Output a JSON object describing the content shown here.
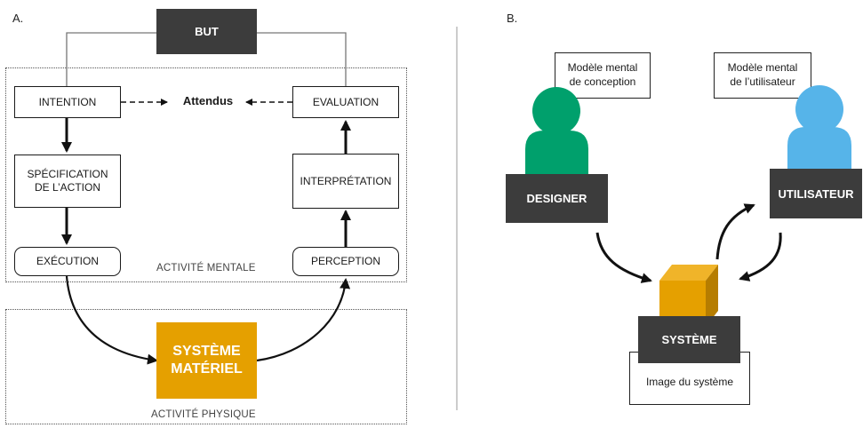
{
  "panel_a": {
    "letter": "A.",
    "goal": "BUT",
    "expected": "Attendus",
    "intention": "INTENTION",
    "specification_line1": "SPÉCIFICATION",
    "specification_line2": "DE L’ACTION",
    "execution": "EXÉCUTION",
    "evaluation": "EVALUATION",
    "interpretation": "INTERPRÉTATION",
    "perception": "PERCEPTION",
    "mental_activity": "ACTIVITÉ MENTALE",
    "material_system_line1": "SYSTÈME",
    "material_system_line2": "MATÉRIEL",
    "physical_activity": "ACTIVITÉ PHYSIQUE"
  },
  "panel_b": {
    "letter": "B.",
    "designer_model_line1": "Modèle mental",
    "designer_model_line2": "de conception",
    "user_model_line1": "Modèle mental",
    "user_model_line2": "de l’utilisateur",
    "designer": "DESIGNER",
    "user": "UTILISATEUR",
    "system": "SYSTÈME",
    "system_image": "Image du système"
  },
  "colors": {
    "dark": "#3c3c3c",
    "orange": "#e5a000",
    "orange_top": "#f0b429",
    "orange_side": "#b67d00",
    "designer_green": "#00a06c",
    "user_blue": "#56b4e9"
  }
}
